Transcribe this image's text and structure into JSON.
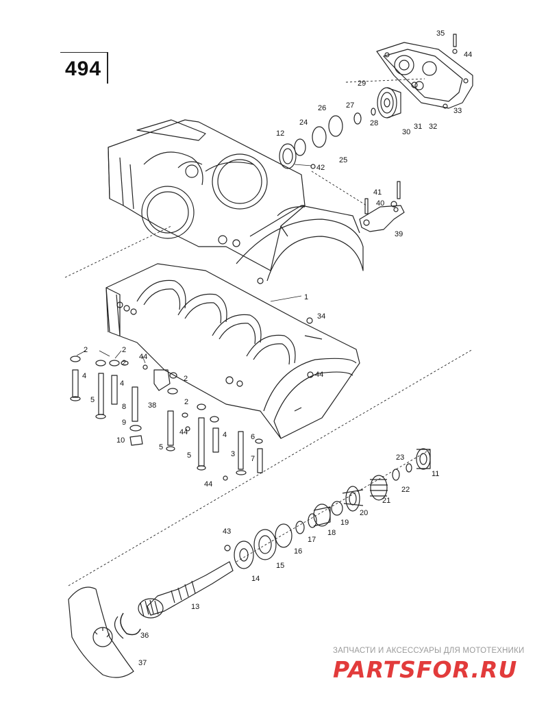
{
  "page_number": "494",
  "watermark": {
    "caption": "ЗАПЧАСТИ И АКСЕССУАРЫ ДЛЯ МОТОТЕХНИКИ",
    "logo": "PARTSFOR.RU"
  },
  "callouts": [
    "1",
    "2",
    "3",
    "4",
    "5",
    "6",
    "7",
    "8",
    "9",
    "10",
    "11",
    "12",
    "13",
    "14",
    "15",
    "16",
    "17",
    "18",
    "19",
    "20",
    "21",
    "22",
    "23",
    "24",
    "25",
    "26",
    "27",
    "28",
    "29",
    "30",
    "31",
    "32",
    "33",
    "34",
    "35",
    "36",
    "37",
    "38",
    "39",
    "40",
    "41",
    "42",
    "43",
    "44"
  ]
}
